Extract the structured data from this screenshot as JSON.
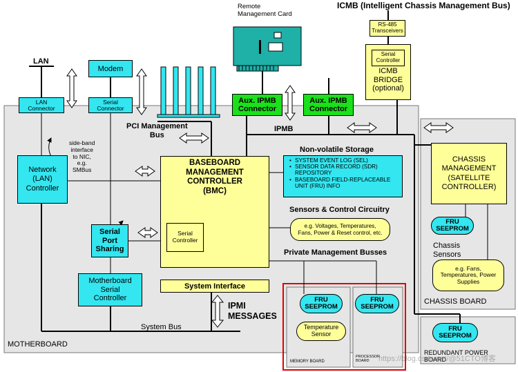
{
  "title_icmb": "ICMB (Intelligent Chassis Management Bus)",
  "remote_card_label": "Remote\nManagement Card",
  "lan_label": "LAN",
  "modem_label": "Modem",
  "lan_connector": "LAN\nConnector",
  "serial_connector": "Serial\nConnector",
  "pci_bus_label": "PCI Management\nBus",
  "aux_ipmb_1": "Aux. IPMB\nConnector",
  "aux_ipmb_2": "Aux. IPMB\nConnector",
  "ipmb_label": "IPMB",
  "rs485": "RS-485\nTransceivers",
  "serial_controller_icmb": "Serial\nController",
  "icmb_bridge": "ICMB\nBRIDGE\n(optional)",
  "sideband_note": "side-band\ninterface\nto NIC,\ne.g.\nSMBus",
  "network_controller": "Network\n(LAN)\nController",
  "bmc_title": "BASEBOARD\nMANAGEMENT\nCONTROLLER\n(BMC)",
  "bmc_serial_controller": "Serial\nController",
  "nv_storage_title": "Non-volatile Storage",
  "nv_items": [
    "SYSTEM EVENT LOG (SEL)",
    "SENSOR DATA RECORD (SDR) REPOSITORY",
    "BASEBOARD FIELD-REPLACEABLE UNIT (FRU) INFO"
  ],
  "sensors_title": "Sensors & Control Circuitry",
  "sensors_examples": "e.g. Voltages, Temperatures,\nFans, Power & Reset control, etc.",
  "private_busses": "Private Management Busses",
  "serial_port_sharing": "Serial\nPort\nSharing",
  "mb_serial_controller": "Motherboard\nSerial\nController",
  "system_interface": "System Interface",
  "ipmi_messages": "IPMI\nMESSAGES",
  "system_bus": "System Bus",
  "motherboard": "MOTHERBOARD",
  "memory_fru": "FRU\nSEEPROM",
  "memory_temp": "Temperature\nSensor",
  "memory_board": "MEMORY BOARD",
  "processor_fru": "FRU\nSEEPROM",
  "processor_board": "PROCESSOR\nBOARD",
  "chassis_mgmt": "CHASSIS\nMANAGEMENT\n(SATELLITE\nCONTROLLER)",
  "chassis_fru": "FRU\nSEEPROM",
  "chassis_sensors": "Chassis\nSensors",
  "chassis_examples": "e.g. Fans,\nTemperatures, Power\nSupplies",
  "chassis_board": "CHASSIS BOARD",
  "redundant_fru": "FRU\nSEEPROM",
  "redundant_board": "REDUNDANT POWER\nBOARD",
  "watermark": "https://blog.csdn.net/@51CTO博客",
  "colors": {
    "cyan": "#33e6f0",
    "yellow": "#ffff99",
    "green": "#1be01b",
    "board": "#e6e6e6",
    "highlight": "#e00000"
  }
}
